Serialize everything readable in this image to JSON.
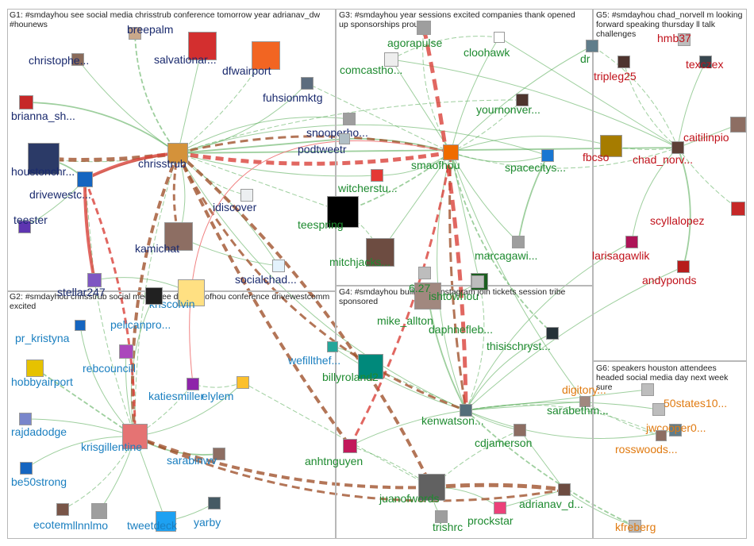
{
  "colors": {
    "g1": "#1a2a6e",
    "g2": "#1a7fc0",
    "g3": "#1d8a2f",
    "g4": "#1d8a2f",
    "g5": "#c0111a",
    "g6": "#e07a10",
    "edge_green": "#4fa84f",
    "edge_red": "#d9413a",
    "edge_brown": "#a0522d",
    "edge_pink": "#f08080"
  },
  "groups": [
    {
      "id": "G1",
      "label": "G1: #smdayhou see social media chrisstrub conference tomorrow year adrianav_dw #hounews"
    },
    {
      "id": "G2",
      "label": "G2: #smdayhou chrisstrub social media see day smaofhou conference drivewestcomm excited"
    },
    {
      "id": "G3",
      "label": "G3: #smdayhou year sessions excited companies thank opened up sponsorships proud"
    },
    {
      "id": "G4",
      "label": "G4: #smdayhou build 6.27 instagram join tickets session tribe sponsored"
    },
    {
      "id": "G5",
      "label": "G5: #smdayhou chad_norvell m looking forward speaking thursday ll talk challenges"
    },
    {
      "id": "G6",
      "label": "G6: speakers houston attendees headed social media day next week sure"
    }
  ],
  "nodes": [
    {
      "id": "breepalm",
      "label": "breepalm",
      "group": "g1",
      "icon": "profile-photo-icon",
      "bg": "#c9a88a"
    },
    {
      "id": "christophe",
      "label": "christophe...",
      "group": "g1",
      "icon": "profile-photo-icon",
      "bg": "#8a6b5a"
    },
    {
      "id": "salvationar",
      "label": "salvationar...",
      "group": "g1",
      "icon": "salvation-army-logo-icon",
      "bg": "#d32f2f"
    },
    {
      "id": "dfwairport",
      "label": "dfwairport",
      "group": "g1",
      "icon": "dfw-logo-icon",
      "bg": "#f26522"
    },
    {
      "id": "brianna_sh",
      "label": "brianna_sh...",
      "group": "g1",
      "icon": "profile-photo-icon",
      "bg": "#c62828"
    },
    {
      "id": "fuhsionmktg",
      "label": "fuhsionmktg",
      "group": "g1",
      "icon": "profile-photo-icon",
      "bg": "#5d6d7e"
    },
    {
      "id": "snooperho",
      "label": "snooperho...",
      "group": "g1",
      "icon": "profile-photo-icon",
      "bg": "#9e9e9e"
    },
    {
      "id": "houstonchr",
      "label": "houstonchr...",
      "group": "g1",
      "icon": "houston-chronicle-logo-icon",
      "bg": "#2b3a67"
    },
    {
      "id": "chrisstrub",
      "label": "chrisstrub",
      "group": "g1",
      "icon": "profile-photo-icon",
      "bg": "#d4923a"
    },
    {
      "id": "podtweetr",
      "label": "podtweetr",
      "group": "g1",
      "icon": "profile-photo-icon",
      "bg": "#b0bec5"
    },
    {
      "id": "drivewestc",
      "label": "drivewestc...",
      "group": "g1",
      "icon": "profile-photo-icon",
      "bg": "#1565c0"
    },
    {
      "id": "idiscover",
      "label": "idiscover",
      "group": "g1",
      "icon": "profile-photo-icon",
      "bg": "#eceff1"
    },
    {
      "id": "teester",
      "label": "teester",
      "group": "g1",
      "icon": "teester-logo-icon",
      "bg": "#5e35b1"
    },
    {
      "id": "kamichat",
      "label": "kamichat",
      "group": "g1",
      "icon": "profile-photo-icon",
      "bg": "#8d6e63"
    },
    {
      "id": "socialchad",
      "label": "socialchad...",
      "group": "g1",
      "icon": "profile-photo-icon",
      "bg": "#e3f2fd"
    },
    {
      "id": "stellar247",
      "label": "stellar247",
      "group": "g1",
      "icon": "profile-photo-icon",
      "bg": "#7e57c2"
    },
    {
      "id": "agorapulse",
      "label": "agorapulse",
      "group": "g3",
      "icon": "profile-photo-icon",
      "bg": "#9e9e9e"
    },
    {
      "id": "cloohawk",
      "label": "cloohawk",
      "group": "g3",
      "icon": "cloohawk-logo-icon",
      "bg": "#ffffff"
    },
    {
      "id": "dr",
      "label": "dr",
      "group": "g3",
      "icon": "profile-photo-icon",
      "bg": "#607d8b"
    },
    {
      "id": "comcastho",
      "label": "comcastho...",
      "group": "g3",
      "icon": "profile-photo-icon",
      "bg": "#eeeeee"
    },
    {
      "id": "yournonver",
      "label": "yournonver...",
      "group": "g3",
      "icon": "profile-photo-icon",
      "bg": "#4e342e"
    },
    {
      "id": "smaofhou",
      "label": "smaofhou",
      "group": "g3",
      "icon": "sma-logo-icon",
      "bg": "#ef6c00"
    },
    {
      "id": "spacecitys",
      "label": "spacecitys...",
      "group": "g3",
      "icon": "sc-logo-icon",
      "bg": "#1976d2"
    },
    {
      "id": "witcherstu",
      "label": "witcherstu...",
      "group": "g3",
      "icon": "profile-photo-icon",
      "bg": "#e53935"
    },
    {
      "id": "teespring",
      "label": "teespring",
      "group": "g3",
      "icon": "teespring-logo-icon",
      "bg": "#000000"
    },
    {
      "id": "mitchjacks",
      "label": "mitchjacks...",
      "group": "g3",
      "icon": "profile-photo-icon",
      "bg": "#6d4c41"
    },
    {
      "id": "marcagawi",
      "label": "marcagawi...",
      "group": "g3",
      "icon": "profile-photo-icon",
      "bg": "#9e9e9e"
    },
    {
      "id": "mike_allton",
      "label": "mike_allton",
      "group": "g4",
      "icon": "profile-photo-icon",
      "bg": "#a1887f"
    },
    {
      "id": "daphnefleb",
      "label": "daphnefleb...",
      "group": "g4",
      "icon": "profile-photo-icon",
      "bg": "#1b5e20"
    },
    {
      "id": "thisischryst",
      "label": "thisischryst...",
      "group": "g4",
      "icon": "profile-photo-icon",
      "bg": "#263238"
    },
    {
      "id": "billyroland2",
      "label": "billyroland2",
      "group": "g4",
      "icon": "profile-photo-icon",
      "bg": "#00897b"
    },
    {
      "id": "kenwatson",
      "label": "kenwatson...",
      "group": "g4",
      "icon": "profile-photo-icon",
      "bg": "#546e7a"
    },
    {
      "id": "sarabethm",
      "label": "sarabethm...",
      "group": "g4",
      "icon": "profile-photo-icon",
      "bg": "#a1887f"
    },
    {
      "id": "cdjamerson",
      "label": "cdjamerson",
      "group": "g4",
      "icon": "profile-photo-icon",
      "bg": "#8d6e63"
    },
    {
      "id": "anhtnguyen",
      "label": "anhtnguyen",
      "group": "g4",
      "icon": "profile-photo-icon",
      "bg": "#c2185b"
    },
    {
      "id": "juanofwords",
      "label": "juanofwords",
      "group": "g4",
      "icon": "profile-photo-icon",
      "bg": "#616161"
    },
    {
      "id": "adrianav_d",
      "label": "adrianav_d...",
      "group": "g4",
      "icon": "profile-photo-icon",
      "bg": "#6d4c41"
    },
    {
      "id": "prockstar",
      "label": "prockstar",
      "group": "g4",
      "icon": "profile-photo-icon",
      "bg": "#ec407a"
    },
    {
      "id": "trishrc",
      "label": "trishrc",
      "group": "g4",
      "icon": "profile-photo-icon",
      "bg": "#9e9e9e"
    },
    {
      "id": "tripleg25",
      "label": "tripleg25",
      "group": "g5",
      "icon": "profile-photo-icon",
      "bg": "#4e342e"
    },
    {
      "id": "texczex",
      "label": "texczex",
      "group": "g5",
      "icon": "profile-photo-icon",
      "bg": "#37474f"
    },
    {
      "id": "fbcso",
      "label": "fbcso",
      "group": "g5",
      "icon": "sheriff-badge-icon",
      "bg": "#a67c00"
    },
    {
      "id": "chad_norv",
      "label": "chad_norv...",
      "group": "g5",
      "icon": "profile-photo-icon",
      "bg": "#5d4037"
    },
    {
      "id": "caitilinpio",
      "label": "caitilinpio",
      "group": "g5",
      "icon": "profile-photo-icon",
      "bg": "#8d6e63"
    },
    {
      "id": "scyllalopez",
      "label": "scyllalopez",
      "group": "g5",
      "icon": "profile-photo-icon",
      "bg": "#c62828"
    },
    {
      "id": "larisagawlik",
      "label": "larisagawlik",
      "group": "g5",
      "icon": "profile-photo-icon",
      "bg": "#ad1457"
    },
    {
      "id": "andyponds",
      "label": "andyponds",
      "group": "g5",
      "icon": "profile-photo-icon",
      "bg": "#b71c1c"
    },
    {
      "id": "kriscolvin",
      "label": "kriscolvin",
      "group": "g2",
      "icon": "profile-photo-icon",
      "bg": "#ffe082"
    },
    {
      "id": "pelicanpro",
      "label": "pelicanpro...",
      "group": "g2",
      "icon": "profile-photo-icon",
      "bg": "#212121"
    },
    {
      "id": "pr_kristyna",
      "label": "pr_kristyna",
      "group": "g2",
      "icon": "profile-photo-icon",
      "bg": "#1565c0"
    },
    {
      "id": "rebcouncill",
      "label": "rebcouncill",
      "group": "g2",
      "icon": "profile-photo-icon",
      "bg": "#ab47bc"
    },
    {
      "id": "hobbyairport",
      "label": "hobbyairport",
      "group": "g2",
      "icon": "hobby-airport-logo-icon",
      "bg": "#e6c200"
    },
    {
      "id": "wefillthef",
      "label": "wefillthef...",
      "group": "g2",
      "icon": "profile-photo-icon",
      "bg": "#26a69a"
    },
    {
      "id": "katiesmiller",
      "label": "katiesmiller",
      "group": "g2",
      "icon": "profile-photo-icon",
      "bg": "#8e24aa"
    },
    {
      "id": "elylem",
      "label": "elylem",
      "group": "g2",
      "icon": "profile-photo-icon",
      "bg": "#fbc02d"
    },
    {
      "id": "rajdadodge",
      "label": "rajdadodge",
      "group": "g2",
      "icon": "profile-photo-icon",
      "bg": "#7986cb"
    },
    {
      "id": "krisgillentine",
      "label": "krisgillentine",
      "group": "g2",
      "icon": "profile-photo-icon",
      "bg": "#e57373"
    },
    {
      "id": "sarabinwv",
      "label": "sarabinwv",
      "group": "g2",
      "icon": "profile-photo-icon",
      "bg": "#8d6e63"
    },
    {
      "id": "be50strong",
      "label": "be50strong",
      "group": "g2",
      "icon": "be50-logo-icon",
      "bg": "#1565c0"
    },
    {
      "id": "ecoter",
      "label": "ecoter",
      "group": "g2",
      "icon": "profile-photo-icon",
      "bg": "#795548"
    },
    {
      "id": "mllnnlmo",
      "label": "mllnnlmo",
      "group": "g2",
      "icon": "profile-photo-icon",
      "bg": "#9e9e9e"
    },
    {
      "id": "tweetdeck",
      "label": "tweetdeck",
      "group": "g2",
      "icon": "twitter-bird-icon",
      "bg": "#1da1f2"
    },
    {
      "id": "yarby",
      "label": "yarby",
      "group": "g2",
      "icon": "profile-photo-icon",
      "bg": "#455a64"
    },
    {
      "id": "digitory",
      "label": "digitory...",
      "group": "g6",
      "icon": "profile-photo-icon",
      "bg": "#bdbdbd"
    },
    {
      "id": "50states10",
      "label": "50states10...",
      "group": "g6",
      "icon": "profile-photo-icon",
      "bg": "#bdbdbd"
    },
    {
      "id": "jwcooper0",
      "label": "jwcooper0...",
      "group": "g6",
      "icon": "profile-photo-icon",
      "bg": "#607d8b"
    },
    {
      "id": "rosswoods",
      "label": "rosswoods...",
      "group": "g6",
      "icon": "profile-photo-icon",
      "bg": "#8d6e63"
    },
    {
      "id": "kfreberg",
      "label": "kfreberg",
      "group": "g6",
      "icon": "profile-photo-icon",
      "bg": "#bdbdbd"
    },
    {
      "id": "hmb37",
      "label": "hmb37",
      "group": "g5",
      "icon": "profile-photo-icon",
      "bg": "#bdbdbd"
    },
    {
      "id": "ishtowhou",
      "label": "ishtowhou",
      "group": "g4",
      "icon": "profile-photo-icon",
      "bg": "#bdbdbd"
    },
    {
      "id": "juno627",
      "label": "6.27",
      "group": "g4",
      "icon": "profile-photo-icon",
      "bg": "#bdbdbd"
    }
  ]
}
